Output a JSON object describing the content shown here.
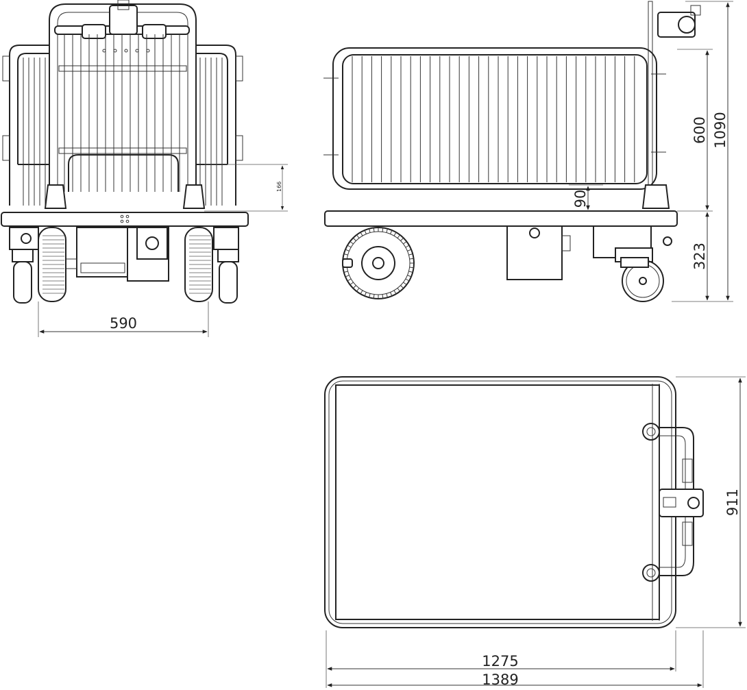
{
  "dimensions": {
    "front_wheel_track": "590",
    "side_rail_height": "600",
    "side_total_height": "1090",
    "side_deck_gap": "90",
    "side_deck_height": "323",
    "front_small_label": "166",
    "top_length_inner": "1275",
    "top_length_overall": "1389",
    "top_width": "911"
  },
  "colors": {
    "line": "#222222",
    "background": "#ffffff"
  }
}
